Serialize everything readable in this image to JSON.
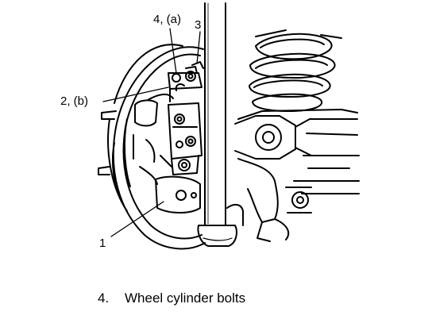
{
  "callouts": {
    "item_4": "4, (a)",
    "item_3": "3",
    "item_2": "2, (b)",
    "item_1": "1"
  },
  "caption": {
    "number": "4.",
    "text": "Wheel cylinder bolts"
  }
}
